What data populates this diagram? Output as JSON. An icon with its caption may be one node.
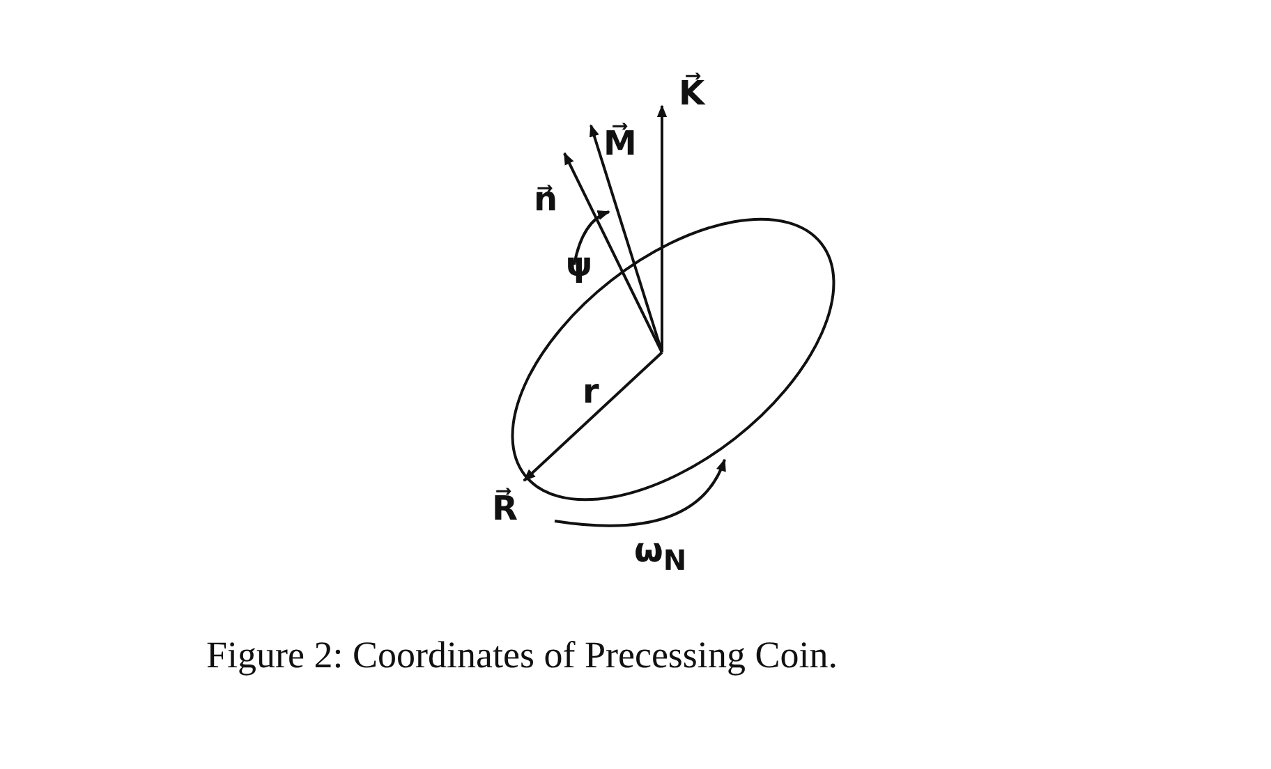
{
  "diagram": {
    "caption": "Figure 2: Coordinates of Precessing Coin.",
    "labels": [
      "K⃗",
      "M⃗",
      "n⃗",
      "ψ",
      "r",
      "R⃗",
      "ω$_{N}$"
    ]
  }
}
